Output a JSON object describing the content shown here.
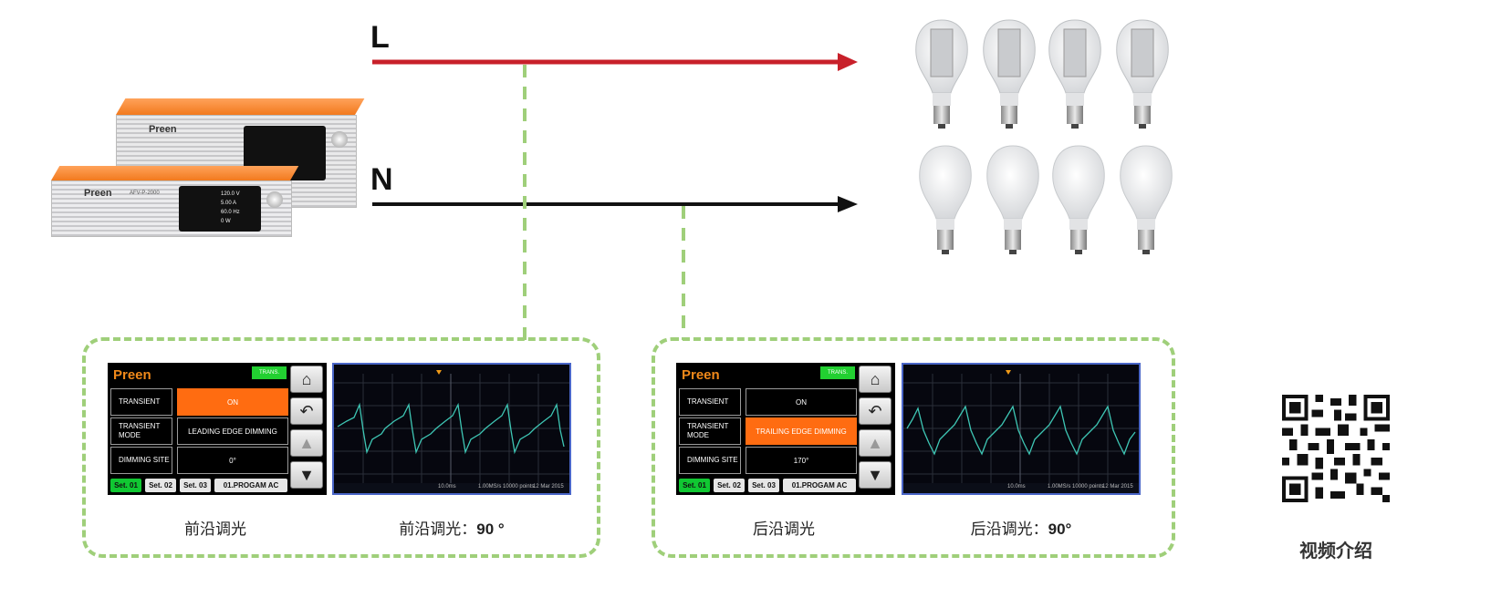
{
  "wires": {
    "live_label": "L",
    "neutral_label": "N"
  },
  "colors": {
    "live": "#c8202a",
    "neutral": "#111111",
    "dashed": "#9fcf7a",
    "accent": "#ff6c11",
    "set_active": "#10c832"
  },
  "device": {
    "brand": "Preen",
    "model": "AFV-P-2000",
    "readings": [
      "120.0 V",
      "5.00 A",
      "60.0 Hz",
      "0 W"
    ]
  },
  "panel_left": {
    "screen": {
      "brand": "Preen",
      "badge": "TRANS.",
      "rows": [
        {
          "label": "TRANSIENT",
          "value": "ON",
          "active": true
        },
        {
          "label": "TRANSIENT MODE",
          "value": "LEADING EDGE DIMMING",
          "active": false
        },
        {
          "label": "DIMMING SITE",
          "value": "0°",
          "active": false
        }
      ],
      "sets": [
        "Set. 01",
        "Set. 02",
        "Set. 03",
        "01.PROGAM AC"
      ],
      "side_buttons": [
        "home-icon",
        "back-icon",
        "up-icon",
        "down-icon"
      ]
    },
    "scope": {
      "footer_left": "10.0ms",
      "footer_mid": "1.00MS/s 10000 points",
      "footer_right": "12 Mar 2015"
    },
    "caption_left": "前沿调光",
    "caption_right_prefix": "前沿调光：",
    "caption_right_value": "90 °"
  },
  "panel_right": {
    "screen": {
      "brand": "Preen",
      "badge": "TRANS.",
      "rows": [
        {
          "label": "TRANSIENT",
          "value": "ON",
          "active": false
        },
        {
          "label": "TRANSIENT MODE",
          "value": "TRAILING EDGE DIMMING",
          "active": true
        },
        {
          "label": "DIMMING SITE",
          "value": "170°",
          "active": false
        }
      ],
      "sets": [
        "Set. 01",
        "Set. 02",
        "Set. 03",
        "01.PROGAM AC"
      ],
      "side_buttons": [
        "home-icon",
        "back-icon",
        "up-icon",
        "down-icon"
      ]
    },
    "scope": {
      "footer_left": "10.0ms",
      "footer_mid": "1.00MS/s 10000 points",
      "footer_right": "12 Mar 2015"
    },
    "caption_left": "后沿调光",
    "caption_right_prefix": "后沿调光：",
    "caption_right_value": "90°"
  },
  "qr": {
    "caption": "视频介绍"
  },
  "bulbs": {
    "led_count": 4,
    "frosted_count": 4
  }
}
